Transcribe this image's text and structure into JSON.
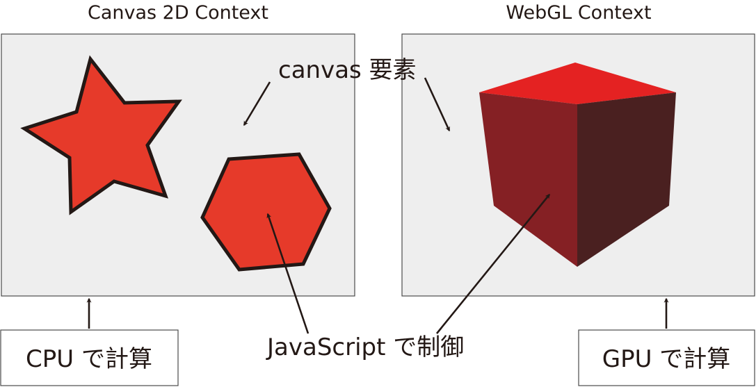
{
  "left_panel": {
    "title": "Canvas 2D Context",
    "label": "CPU で計算"
  },
  "right_panel": {
    "title": "WebGL Context",
    "label": "GPU で計算"
  },
  "callouts": {
    "canvas_element": "canvas 要素",
    "javascript_control": "JavaScript で制御"
  },
  "colors": {
    "panel_fill": "#eeeeee",
    "shape_fill": "#e63a2a",
    "shape_stroke": "#231815",
    "cube_top": "#e42222",
    "cube_front": "#852024",
    "cube_side": "#4a2020"
  }
}
